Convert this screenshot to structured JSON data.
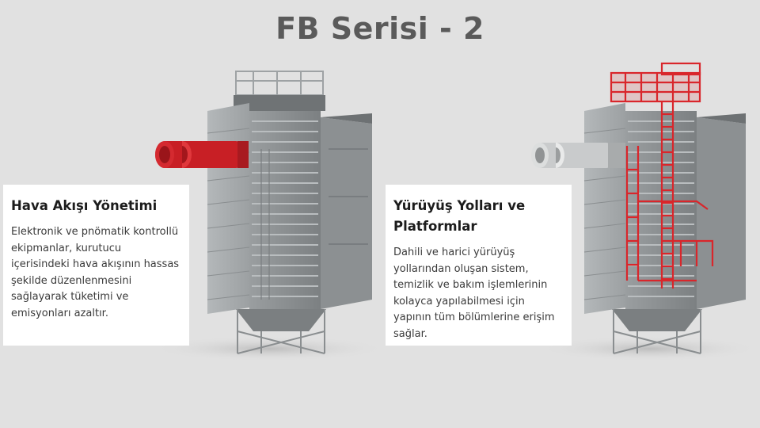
{
  "slide": {
    "title": "FB Serisi - 2"
  },
  "cards": {
    "air_flow": {
      "heading": "Hava Akışı Yönetimi",
      "body": "Elektronik ve pnömatik kontrollü ekipmanlar, kurutucu içerisindeki hava akışının hassas şekilde düzenlenmesini sağlayarak tüketimi ve emisyonları azaltır."
    },
    "walkways": {
      "heading": "Yürüyüş Yolları ve Platformlar",
      "body": "Dahili ve harici yürüyüş yollarından oluşan sistem, temizlik ve bakım işlemlerinin kolayca yapılabilmesi için yapının tüm bölümlerine erişim sağlar."
    }
  },
  "colors": {
    "highlight_red": "#d9262b",
    "steel_gray": "#8e9294",
    "background": "#e1e1e1"
  }
}
